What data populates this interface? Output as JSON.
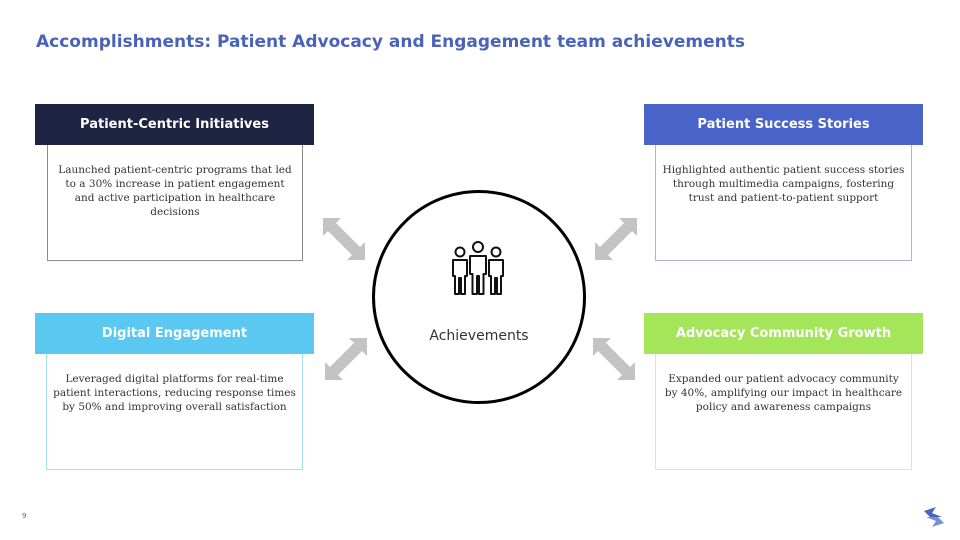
{
  "slide": {
    "title": "Accomplishments: Patient Advocacy and Engagement team achievements",
    "page_number": "9",
    "center": {
      "label": "Achievements",
      "icon": "people-group-icon"
    },
    "cards": [
      {
        "heading": "Patient-Centric Initiatives",
        "text": "Launched patient-centric programs that led to a 30% increase in patient engagement and active participation in healthcare decisions",
        "color": "#1f2443"
      },
      {
        "heading": "Patient Success Stories",
        "text": "Highlighted authentic patient success stories through multimedia campaigns, fostering trust and patient-to-patient support",
        "color": "#4a63c8"
      },
      {
        "heading": "Digital Engagement",
        "text": "Leveraged digital platforms for real-time patient interactions, reducing response times by 50% and improving overall satisfaction",
        "color": "#5bc8f2"
      },
      {
        "heading": "Advocacy Community Growth",
        "text": "Expanded our patient advocacy community by 40%, amplifying our impact in healthcare policy and awareness campaigns",
        "color": "#a5e55a"
      }
    ],
    "colors": {
      "title": "#4a63b8",
      "arrow": "#c3c3c3",
      "logo": "#4a63c8"
    }
  }
}
